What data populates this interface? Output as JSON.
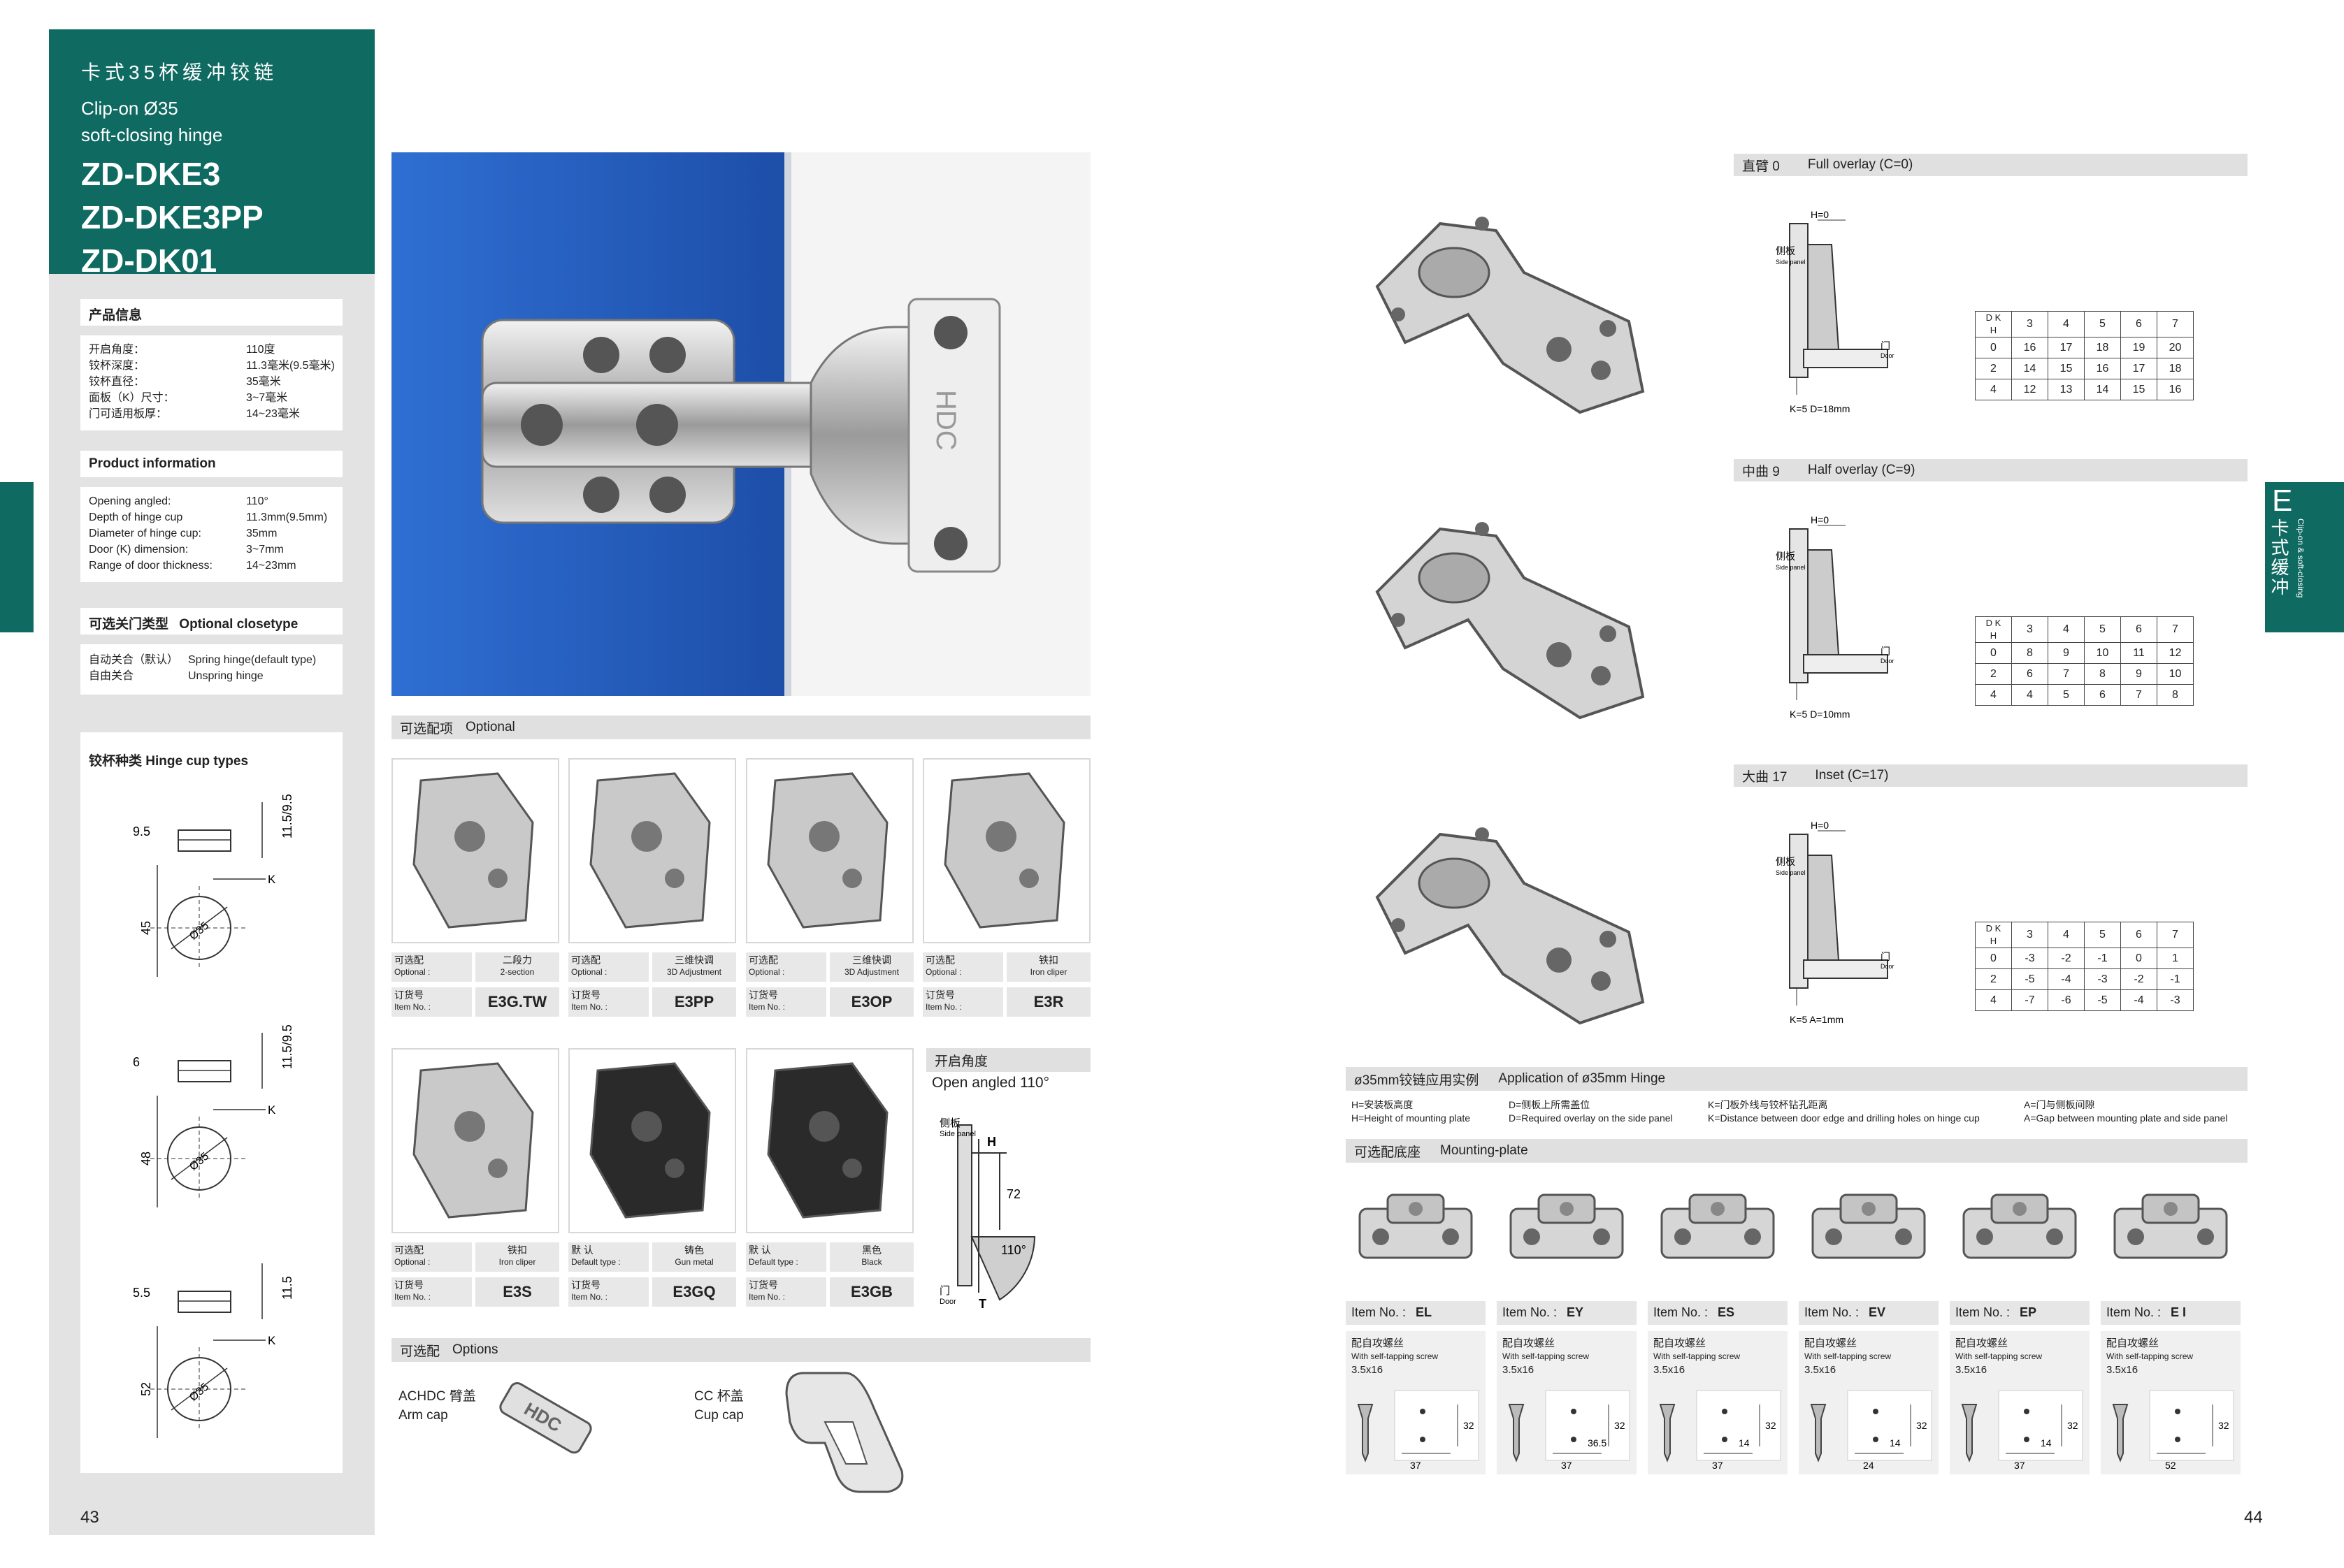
{
  "left": {
    "title_cn": "卡式35杯缓冲铰链",
    "title_en1": "Clip-on Ø35",
    "title_en2": "soft-closing hinge",
    "models": [
      "ZD-DKE3",
      "ZD-DKE3PP",
      "ZD-DK01"
    ],
    "product_info_cn": "产品信息",
    "specs_cn": [
      [
        "开启角度：",
        "110度"
      ],
      [
        "铰杯深度：",
        "11.3毫米(9.5毫米)"
      ],
      [
        "铰杯直径：",
        "35毫米"
      ],
      [
        "面板（K）尺寸：",
        "3~7毫米"
      ],
      [
        "门可适用板厚：",
        "14~23毫米"
      ]
    ],
    "product_info_en": "Product information",
    "specs_en": [
      [
        "Opening angled:",
        "110°"
      ],
      [
        "Depth of hinge cup",
        "11.3mm(9.5mm)"
      ],
      [
        "Diameter of hinge cup:",
        "35mm"
      ],
      [
        "Door (K) dimension:",
        "3~7mm"
      ],
      [
        "Range of door thickness:",
        "14~23mm"
      ]
    ],
    "closetype_title": "可选关门类型",
    "closetype_title_en": "Optional closetype",
    "closetypes": [
      [
        "自动关合（默认）",
        "Spring hinge(default type)"
      ],
      [
        "自由关合",
        "Unspring hinge"
      ]
    ],
    "cup_types_title": "铰杯种类 Hinge cup types",
    "cups": [
      {
        "w": "9.5",
        "h": "11.5/9.5",
        "d": "45",
        "k": "K",
        "dia": "Ø35"
      },
      {
        "w": "6",
        "h": "11.5/9.5",
        "d": "48",
        "k": "K",
        "dia": "Ø35"
      },
      {
        "w": "5.5",
        "h": "11.5",
        "d": "52",
        "k": "K",
        "dia": "Ø35"
      }
    ],
    "page_no": "43"
  },
  "middle": {
    "optional_cn": "可选配项",
    "optional_en": "Optional",
    "options": [
      {
        "type_cn": "可选配",
        "type_en": "Optional :",
        "name_cn": "二段力",
        "name_en": "2-section",
        "code": "E3G.TW"
      },
      {
        "type_cn": "可选配",
        "type_en": "Optional :",
        "name_cn": "三维快调",
        "name_en": "3D Adjustment",
        "code": "E3PP"
      },
      {
        "type_cn": "可选配",
        "type_en": "Optional :",
        "name_cn": "三维快调",
        "name_en": "3D Adjustment",
        "code": "E3OP"
      },
      {
        "type_cn": "可选配",
        "type_en": "Optional :",
        "name_cn": "铁扣",
        "name_en": "Iron cliper",
        "code": "E3R"
      },
      {
        "type_cn": "可选配",
        "type_en": "Optional :",
        "name_cn": "铁扣",
        "name_en": "Iron cliper",
        "code": "E3S"
      },
      {
        "type_cn": "默 认",
        "type_en": "Default type :",
        "name_cn": "铸色",
        "name_en": "Gun metal",
        "code": "E3GQ"
      },
      {
        "type_cn": "默 认",
        "type_en": "Default type :",
        "name_cn": "黑色",
        "name_en": "Black",
        "code": "E3GB"
      }
    ],
    "item_cn": "订货号",
    "item_en": "Item No. :",
    "angle_cn": "开启角度",
    "angle_en": "Open angled 110°",
    "angle_labels": {
      "side": "侧板",
      "side_en": "Side panel",
      "h": "H",
      "v72": "72",
      "deg": "110°",
      "door": "门",
      "door_en": "Door",
      "t": "T"
    },
    "options2_cn": "可选配",
    "options2_en": "Options",
    "armcap_cn": "ACHDC 臂盖",
    "armcap_en": "Arm cap",
    "cupcap_cn": "CC 杯盖",
    "cupcap_en": "Cup cap",
    "brand": "HDC"
  },
  "right": {
    "overlays": [
      {
        "cn": "直臂 0",
        "en": "Full overlay (C=0)",
        "h0": "H=0",
        "side": "侧板",
        "side_en": "Side panel",
        "door": "门",
        "door_en": "Door",
        "kd": "K=5  D=18mm",
        "ks": [
          "3",
          "4",
          "5",
          "6",
          "7"
        ],
        "rows": [
          [
            "0",
            "16",
            "17",
            "18",
            "19",
            "20"
          ],
          [
            "2",
            "14",
            "15",
            "16",
            "17",
            "18"
          ],
          [
            "4",
            "12",
            "13",
            "14",
            "15",
            "16"
          ]
        ]
      },
      {
        "cn": "中曲 9",
        "en": "Half overlay (C=9)",
        "h0": "H=0",
        "side": "侧板",
        "side_en": "Side panel",
        "door": "门",
        "door_en": "Door",
        "kd": "K=5  D=10mm",
        "ks": [
          "3",
          "4",
          "5",
          "6",
          "7"
        ],
        "rows": [
          [
            "0",
            "8",
            "9",
            "10",
            "11",
            "12"
          ],
          [
            "2",
            "6",
            "7",
            "8",
            "9",
            "10"
          ],
          [
            "4",
            "4",
            "5",
            "6",
            "7",
            "8"
          ]
        ]
      },
      {
        "cn": "大曲 17",
        "en": "Inset (C=17)",
        "h0": "H=0",
        "side": "侧板",
        "side_en": "Side panel",
        "door": "门",
        "door_en": "Door",
        "kd": "K=5  A=1mm",
        "ks": [
          "3",
          "4",
          "5",
          "6",
          "7"
        ],
        "rows": [
          [
            "0",
            "-3",
            "-2",
            "-1",
            "0",
            "1"
          ],
          [
            "2",
            "-5",
            "-4",
            "-3",
            "-2",
            "-1"
          ],
          [
            "4",
            "-7",
            "-6",
            "-5",
            "-4",
            "-3"
          ]
        ]
      }
    ],
    "tab_letter": "E",
    "tab_cn": "卡式缓冲",
    "tab_en": "Clip-on & soft-closing",
    "app_cn": "ø35mm铰链应用实例",
    "app_en": "Application of ø35mm Hinge",
    "legend": [
      [
        "H=安装板高度",
        "H=Height of mounting plate"
      ],
      [
        "D=侧板上所需盖位",
        "D=Required overlay on the side panel"
      ],
      [
        "K=门板外线与铰杯钻孔距离",
        "K=Distance between door edge and drilling holes on hinge cup"
      ],
      [
        "A=门与侧板间隙",
        "A=Gap between mounting plate and side panel"
      ]
    ],
    "plate_cn": "可选配底座",
    "plate_en": "Mounting-plate",
    "plates": [
      {
        "label": "Item No. :",
        "code": "EL",
        "dims": [
          "37",
          "32"
        ]
      },
      {
        "label": "Item No. :",
        "code": "EY",
        "dims": [
          "37",
          "36.5",
          "32"
        ]
      },
      {
        "label": "Item No. :",
        "code": "ES",
        "dims": [
          "37",
          "14",
          "32"
        ]
      },
      {
        "label": "Item No. :",
        "code": "EV",
        "dims": [
          "24",
          "14",
          "32"
        ]
      },
      {
        "label": "Item No. :",
        "code": "EP",
        "dims": [
          "37",
          "14",
          "32"
        ]
      },
      {
        "label": "Item No. :",
        "code": "E I",
        "dims": [
          "52",
          "32"
        ]
      }
    ],
    "screw_cn": "配自攻螺丝",
    "screw_en": "With self-tapping screw",
    "screw_size": "3.5x16",
    "page_no": "44"
  }
}
